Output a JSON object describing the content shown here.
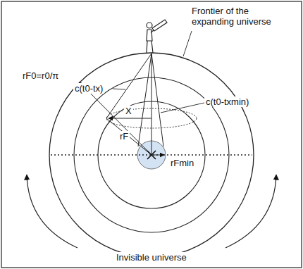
{
  "diagram": {
    "labels": [
      "Frontier of the expanding universe",
      "c(t0-tx)",
      "rF0=r0/π",
      "X",
      "rF",
      "c(t0-txmin)",
      "rFmin",
      "Invisible universe"
    ]
  }
}
